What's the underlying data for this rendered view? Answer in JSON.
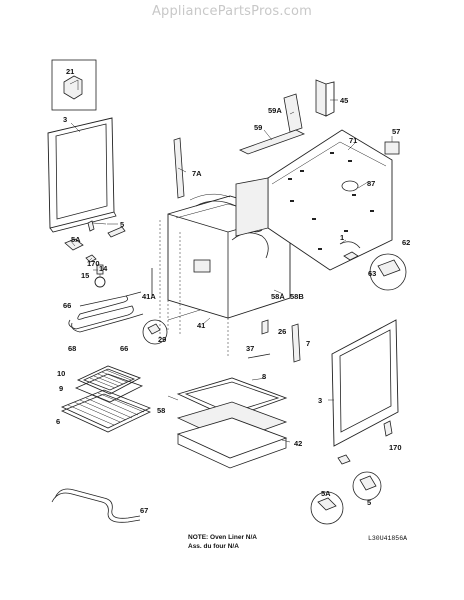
{
  "watermark": "AppliancePartsPros.com",
  "callouts": {
    "c21": "21",
    "c3a": "3",
    "c5": "5",
    "c5A": "5A",
    "c170": "170",
    "c14": "14",
    "c15": "15",
    "c66a": "66",
    "c68": "68",
    "c66b": "66",
    "c10": "10",
    "c9": "9",
    "c6": "6",
    "c67": "67",
    "c7A": "7A",
    "c41A": "41A",
    "c29": "29",
    "c41": "41",
    "c37": "37",
    "c8": "8",
    "c58": "58",
    "c42": "42",
    "c45": "45",
    "c59A": "59A",
    "c59": "59",
    "c71": "71",
    "c57": "57",
    "c87": "87",
    "c1": "1",
    "c62": "62",
    "c63": "63",
    "c58A": "58A",
    "c58B": "58B",
    "c26": "26",
    "c7": "7",
    "c3b": "3",
    "c170b": "170",
    "c5b": "5",
    "c5Ab": "5A"
  },
  "note": {
    "line1": "NOTE: Oven Liner N/A",
    "line2": "Ass. du four N/A"
  },
  "ref_code": "L30U41856A"
}
